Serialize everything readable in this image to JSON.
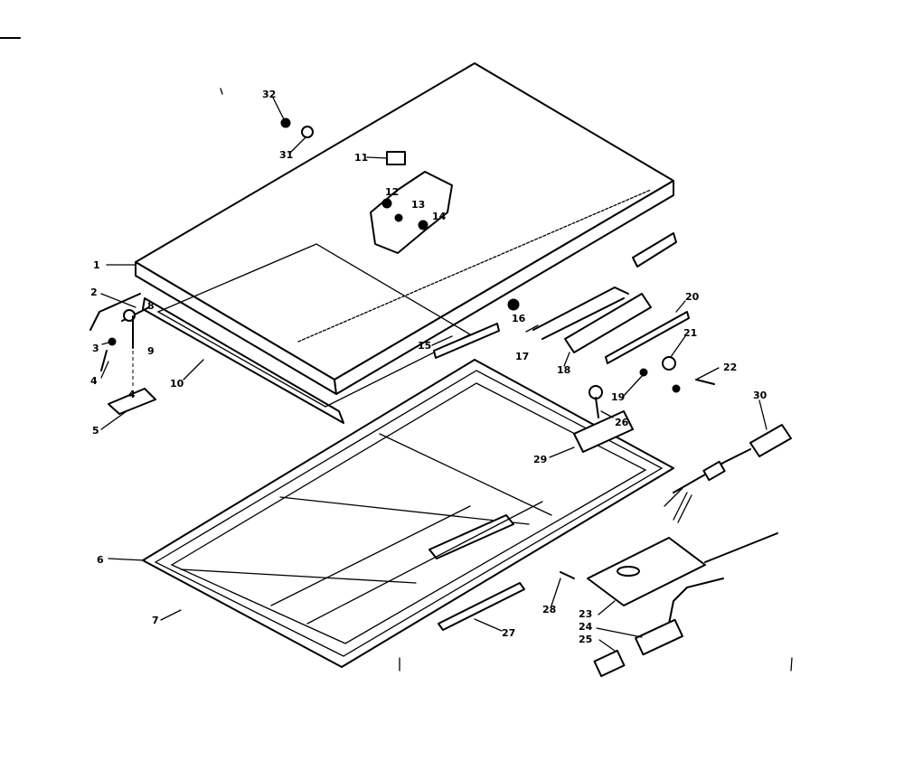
{
  "labels": {
    "l1": "1",
    "l2": "2",
    "l3": "3",
    "l4": "4",
    "l5": "5",
    "l6": "6",
    "l7": "7",
    "l8": "8",
    "l9": "9",
    "l10": "10",
    "l11": "11",
    "l12": "12",
    "l13": "13",
    "l14": "14",
    "l15": "15",
    "l16": "16",
    "l17": "17",
    "l18": "18",
    "l19": "19",
    "l20": "20",
    "l21": "21",
    "l22": "22",
    "l23": "23",
    "l24": "24",
    "l25": "25",
    "l26": "26",
    "l27": "27",
    "l28": "28",
    "l29": "29",
    "l30": "30",
    "l31": "31",
    "l32": "32",
    "l4b": "4"
  }
}
